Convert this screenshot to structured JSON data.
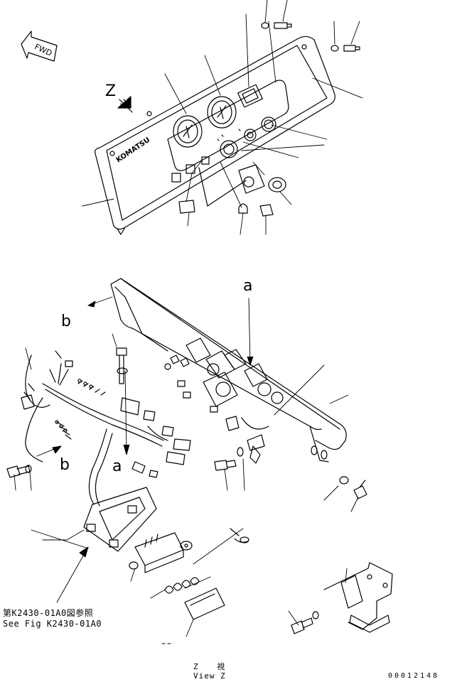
{
  "diagram": {
    "fwd_label": "FWD",
    "brand_label": "KOMATSU",
    "callouts": {
      "z": "Z",
      "a_top": "a",
      "a_bottom": "a",
      "b_top": "b",
      "b_bottom": "b"
    },
    "reference": {
      "jp": "第K2430-01A0図参照",
      "en": "See Fig K2430-01A0"
    },
    "view": {
      "jp": "Z 視",
      "en": "View Z"
    },
    "drawing_code": "00012148"
  }
}
